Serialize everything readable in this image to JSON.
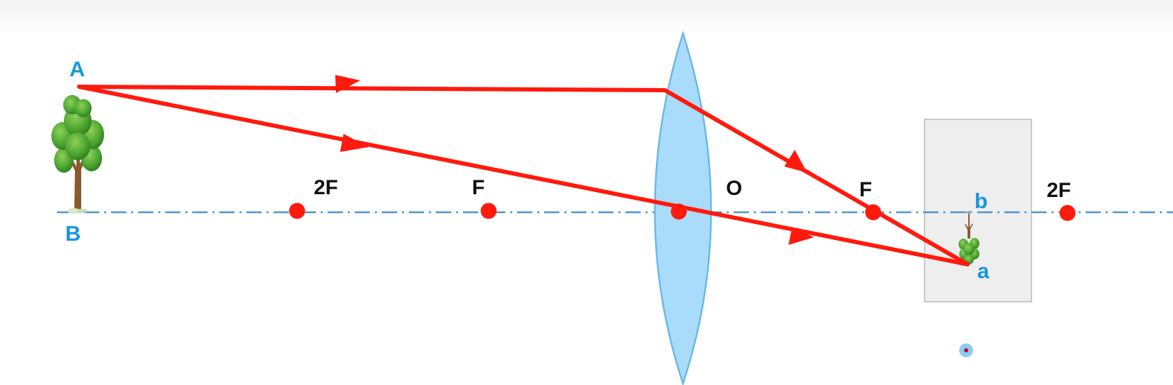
{
  "colors": {
    "ray": "#ff1a0d",
    "focal_point": "#ff1a0d",
    "axis": "#4a95cc",
    "lens_fill": "#a8dcfa",
    "lens_stroke": "#6bb7e6",
    "label_black": "#111111",
    "label_blue": "#1597e0",
    "screen_fill": "#eeeeee",
    "screen_stroke": "#c8c8c8",
    "handle": "#8ccdf5"
  },
  "labels": {
    "object_top": "A",
    "object_bottom": "B",
    "image_top": "a",
    "image_bottom": "b",
    "left_2f": "2F",
    "left_f": "F",
    "optical_center": "O",
    "right_f": "F",
    "right_2f": "2F"
  },
  "icons": {
    "object": "tree-icon",
    "image": "inverted-tree-icon",
    "screen_handle": "drag-handle-icon"
  }
}
